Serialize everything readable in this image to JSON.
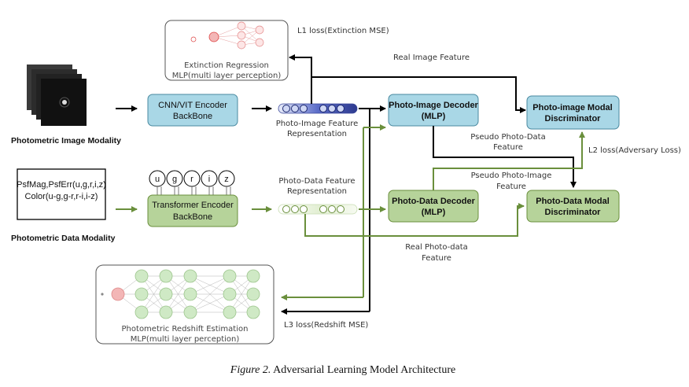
{
  "photometric_image_modality": "Photometric Image Modality",
  "photometric_data_modality": "Photometric Data Modality",
  "data_input": {
    "line1": "PsfMag,PsfErr(u,g,r,i,z)",
    "line2": "Color(u-g,g-r,r-i,i-z)"
  },
  "cnn_encoder": {
    "line1": "CNN/VIT Encoder",
    "line2": "BackBone"
  },
  "transformer_encoder": {
    "line1": "Transformer Encoder",
    "line2": "BackBone"
  },
  "bands": [
    "u",
    "g",
    "r",
    "i",
    "z"
  ],
  "photo_image_feature": {
    "line1": "Photo-Image Feature",
    "line2": "Representation"
  },
  "photo_data_feature": {
    "line1": "Photo-Data Feature",
    "line2": "Representation"
  },
  "photo_image_decoder": {
    "line1": "Photo-Image Decoder",
    "line2": "(MLP)"
  },
  "photo_data_decoder": {
    "line1": "Photo-Data Decoder",
    "line2": "(MLP)"
  },
  "image_discriminator": {
    "line1": "Photo-image Modal",
    "line2": "Discriminator"
  },
  "data_discriminator": {
    "line1": "Photo-Data Modal",
    "line2": "Discriminator"
  },
  "extinction_mlp": {
    "line1": "Extinction Regression",
    "line2": "MLP(multi layer perception)"
  },
  "redshift_mlp": {
    "line1": "Photometric Redshift Estimation",
    "line2": "MLP(multi layer perception)"
  },
  "labels": {
    "l1_loss": "L1 loss(Extinction MSE)",
    "real_image_feature": "Real Image Feature",
    "pseudo_photo_data_1": "Pseudo  Photo-Data",
    "pseudo_photo_data_2": "Feature",
    "l2_loss": "L2 loss(Adversary Loss)",
    "pseudo_photo_image_1": "Pseudo  Photo-Image",
    "pseudo_photo_image_2": "Feature",
    "real_photo_data_1": "Real  Photo-data",
    "real_photo_data_2": "Feature",
    "l3_loss": "L3 loss(Redshift MSE)"
  },
  "caption": {
    "figure": "Figure 2.",
    "text": " Adversarial Learning Model Architecture"
  },
  "colors": {
    "blue_box": "#a9d7e6",
    "green_box": "#b6d39a",
    "black_arrow": "#000000",
    "green_arrow": "#6a8f3c",
    "feature_bar": "#4658b8",
    "mlp_node_green": "#cfe9c5",
    "mlp_node_pink": "#f3b6b6"
  }
}
